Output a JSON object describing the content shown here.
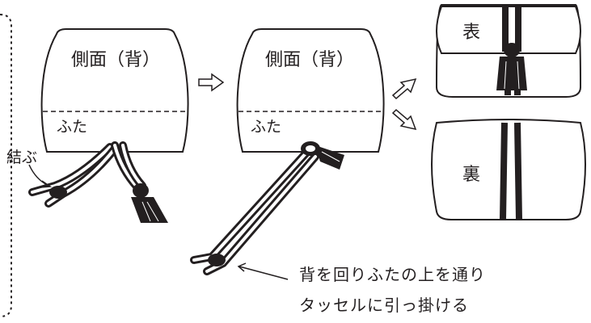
{
  "step1": {
    "side_label": "側面（背）",
    "flap_label": "ふた",
    "tie_label": "結ぶ"
  },
  "step2": {
    "side_label": "側面（背）",
    "flap_label": "ふた"
  },
  "result": {
    "front_label": "表",
    "back_label": "裏"
  },
  "instruction": {
    "line1": "背を回りふたの上を通り",
    "line2": "タッセルに引っ掛ける"
  },
  "colors": {
    "ink": "#231f20",
    "background": "#ffffff"
  }
}
